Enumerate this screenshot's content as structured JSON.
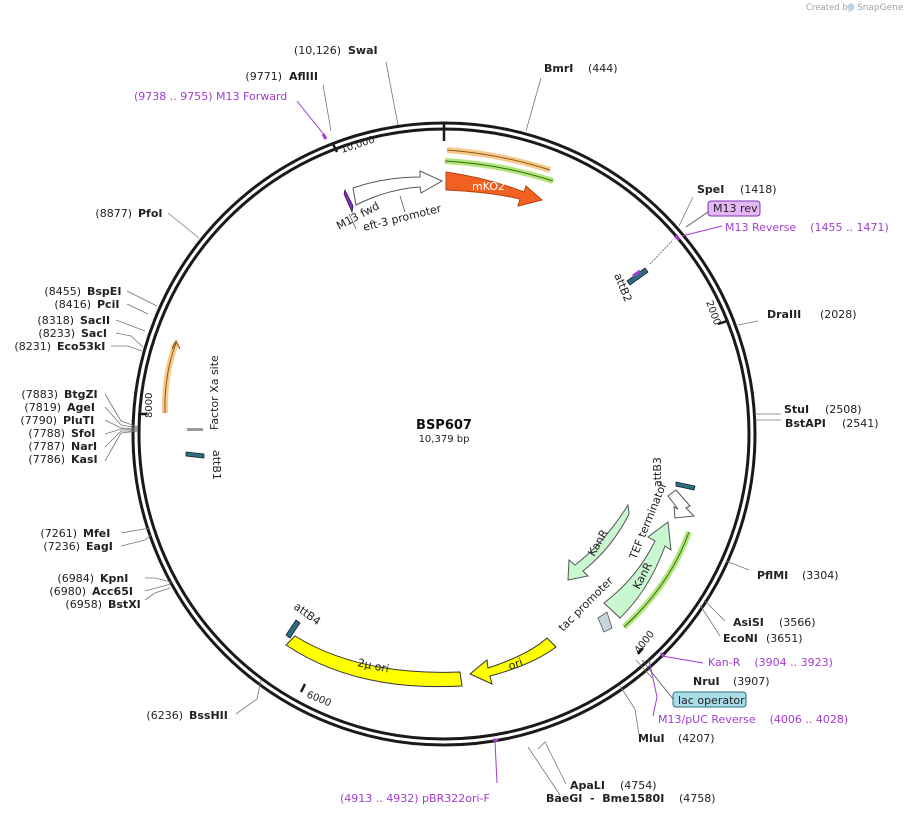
{
  "plasmid": {
    "name": "BSP607",
    "length": "10,379 bp",
    "total_bp": 10379
  },
  "credit": {
    "prefix": "Created by",
    "brand": "SnapGene"
  },
  "ticks": [
    "10,000",
    "2000",
    "4000",
    "6000",
    "8000"
  ],
  "enzymes": [
    {
      "name": "SwaI",
      "pos": "(10,126)"
    },
    {
      "name": "AflIII",
      "pos": "(9771)"
    },
    {
      "name": "BmrI",
      "pos": "(444)"
    },
    {
      "name": "SpeI",
      "pos": "(1418)"
    },
    {
      "name": "DraIII",
      "pos": "(2028)"
    },
    {
      "name": "StuI",
      "pos": "(2508)"
    },
    {
      "name": "BstAPI",
      "pos": "(2541)"
    },
    {
      "name": "PflMI",
      "pos": "(3304)"
    },
    {
      "name": "AsiSI",
      "pos": "(3566)"
    },
    {
      "name": "EcoNI",
      "pos": "(3651)"
    },
    {
      "name": "NruI",
      "pos": "(3907)"
    },
    {
      "name": "MluI",
      "pos": "(4207)"
    },
    {
      "name": "ApaLI",
      "pos": "(4754)"
    },
    {
      "name": "BaeGI  -  Bme1580I",
      "pos": "(4758)"
    },
    {
      "name": "BssHII",
      "pos": "(6236)"
    },
    {
      "name": "BstXI",
      "pos": "(6958)"
    },
    {
      "name": "Acc65I",
      "pos": "(6980)"
    },
    {
      "name": "KpnI",
      "pos": "(6984)"
    },
    {
      "name": "EagI",
      "pos": "(7236)"
    },
    {
      "name": "MfeI",
      "pos": "(7261)"
    },
    {
      "name": "KasI",
      "pos": "(7786)"
    },
    {
      "name": "NarI",
      "pos": "(7787)"
    },
    {
      "name": "SfoI",
      "pos": "(7788)"
    },
    {
      "name": "PluTI",
      "pos": "(7790)"
    },
    {
      "name": "AgeI",
      "pos": "(7819)"
    },
    {
      "name": "BtgZI",
      "pos": "(7883)"
    },
    {
      "name": "Eco53kI",
      "pos": "(8231)"
    },
    {
      "name": "SacI",
      "pos": "(8233)"
    },
    {
      "name": "SacII",
      "pos": "(8318)"
    },
    {
      "name": "PciI",
      "pos": "(8416)"
    },
    {
      "name": "BspEI",
      "pos": "(8455)"
    },
    {
      "name": "PfoI",
      "pos": "(8877)"
    }
  ],
  "primers": [
    {
      "label": "(9738 .. 9755)  M13 Forward"
    },
    {
      "label": "M13 Reverse    (1455 .. 1471)"
    },
    {
      "label": "Kan-R    (3904 .. 3923)"
    },
    {
      "label": "M13/pUC Reverse    (4006 .. 4028)"
    },
    {
      "label": "(4913 .. 4932)  pBR322ori-F"
    }
  ],
  "boxed_features": {
    "m13rev": "M13 rev",
    "lacop": "lac operator"
  },
  "features": {
    "mko2": "mKO2",
    "m13fwd": "M13 fwd",
    "eft3": "eft-3 promoter",
    "attb2": "attB2",
    "factorxa": "Factor Xa site",
    "attb1": "attB1",
    "attb3": "attB3",
    "tefterm": "TEF terminator",
    "kanr1": "KanR",
    "kanr2": "KanR",
    "tacprom": "tac promoter",
    "ori": "ori",
    "twomu": "2µ ori",
    "attb4": "attB4"
  },
  "colors": {
    "backbone": "#1a1a1a",
    "mko2": "#f26122",
    "promoter": "#ffffff",
    "kanr": "#c9f7cf",
    "yellow": "#ffff00",
    "primer": "#a23ccf",
    "attb": "#2c6e7f",
    "orange_feature": "#f7c98c",
    "green_feature": "#b3e57a",
    "m13rev_box": "#e5b8f5",
    "lacop_box": "#a8dce8"
  }
}
